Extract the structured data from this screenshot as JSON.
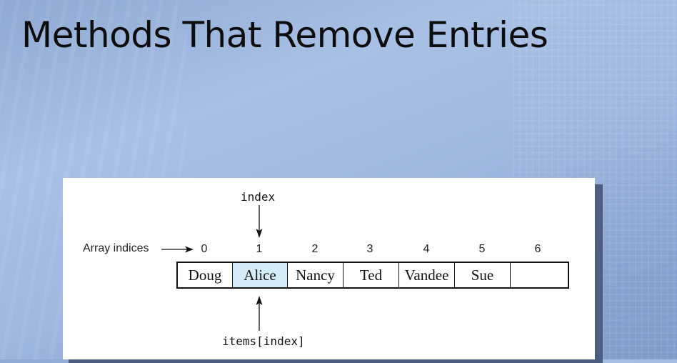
{
  "slide": {
    "title": "Methods That Remove Entries"
  },
  "diagram": {
    "array_label": "Array indices",
    "index_label": "index",
    "items_label": "items[index]",
    "indices": [
      "0",
      "1",
      "2",
      "3",
      "4",
      "5",
      "6"
    ],
    "cells": [
      "Doug",
      "Alice",
      "Nancy",
      "Ted",
      "Vandee",
      "Sue",
      ""
    ],
    "highlighted_cell": 1,
    "highlight_color": "#d3ecf7"
  }
}
